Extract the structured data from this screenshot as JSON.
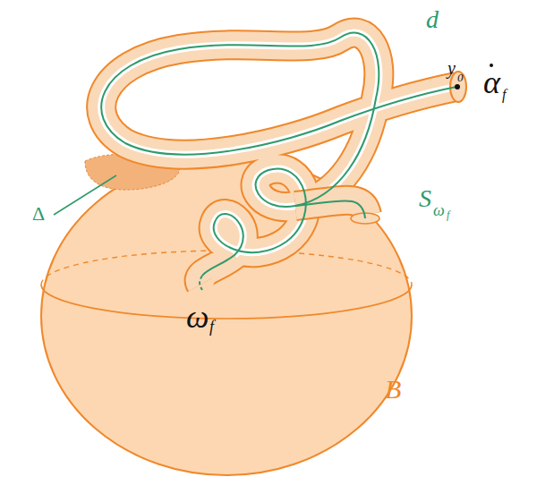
{
  "diagram": {
    "labels": [
      "d",
      "y",
      "0",
      "α",
      "f",
      "Δ",
      "S",
      "ω",
      "f",
      "ω",
      "f",
      "B"
    ]
  }
}
